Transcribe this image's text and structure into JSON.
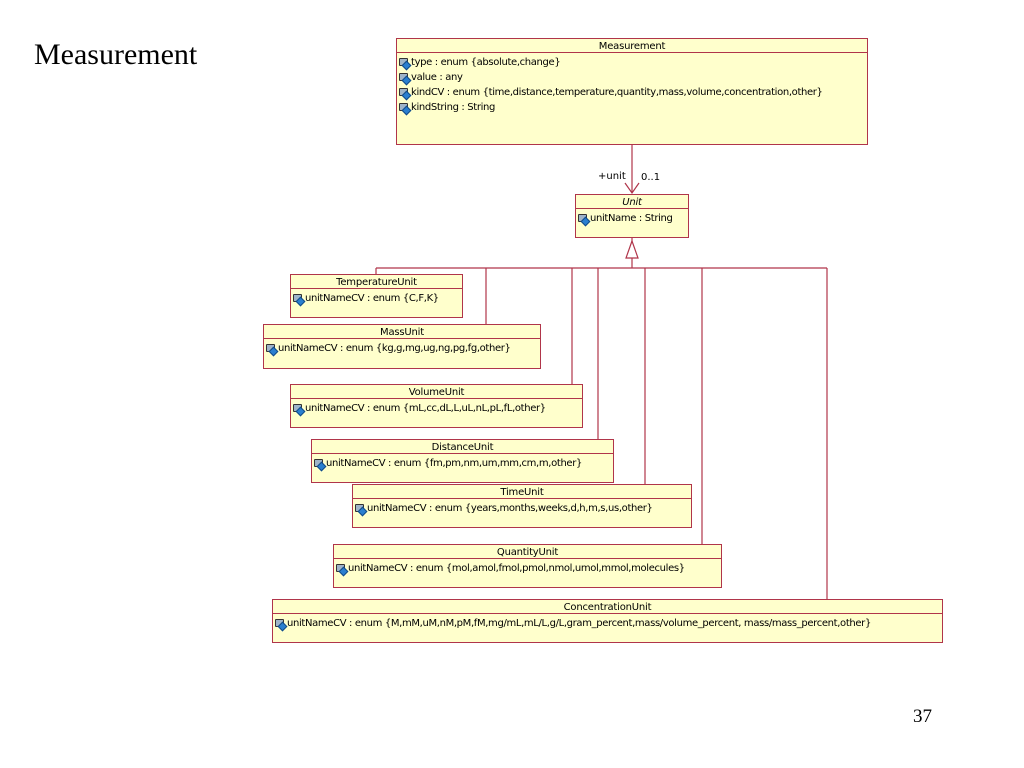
{
  "slide": {
    "title": "Measurement",
    "page_number": "37"
  },
  "classes": {
    "measurement": {
      "name": "Measurement",
      "attributes": [
        "type : enum {absolute,change}",
        "value : any",
        "kindCV : enum {time,distance,temperature,quantity,mass,volume,concentration,other}",
        "kindString : String"
      ]
    },
    "unit": {
      "name": "Unit",
      "attributes": [
        "unitName : String"
      ]
    },
    "temperature": {
      "name": "TemperatureUnit",
      "attributes": [
        "unitNameCV : enum {C,F,K}"
      ]
    },
    "mass": {
      "name": "MassUnit",
      "attributes": [
        "unitNameCV : enum {kg,g,mg,ug,ng,pg,fg,other}"
      ]
    },
    "volume": {
      "name": "VolumeUnit",
      "attributes": [
        "unitNameCV : enum {mL,cc,dL,L,uL,nL,pL,fL,other}"
      ]
    },
    "distance": {
      "name": "DistanceUnit",
      "attributes": [
        "unitNameCV : enum {fm,pm,nm,um,mm,cm,m,other}"
      ]
    },
    "time": {
      "name": "TimeUnit",
      "attributes": [
        "unitNameCV : enum {years,months,weeks,d,h,m,s,us,other}"
      ]
    },
    "quantity": {
      "name": "QuantityUnit",
      "attributes": [
        "unitNameCV : enum {mol,amol,fmol,pmol,nmol,umol,mmol,molecules}"
      ]
    },
    "concentration": {
      "name": "ConcentrationUnit",
      "attributes": [
        "unitNameCV : enum {M,mM,uM,nM,pM,fM,mg/mL,mL/L,g/L,gram_percent,mass/volume_percent, mass/mass_percent,other}"
      ]
    }
  },
  "association": {
    "role": "+unit",
    "multiplicity": "0..1"
  },
  "colors": {
    "line": "#b0354a",
    "box_fill": "#ffffcc"
  },
  "icons": {
    "attribute": "attribute-lock-icon"
  }
}
